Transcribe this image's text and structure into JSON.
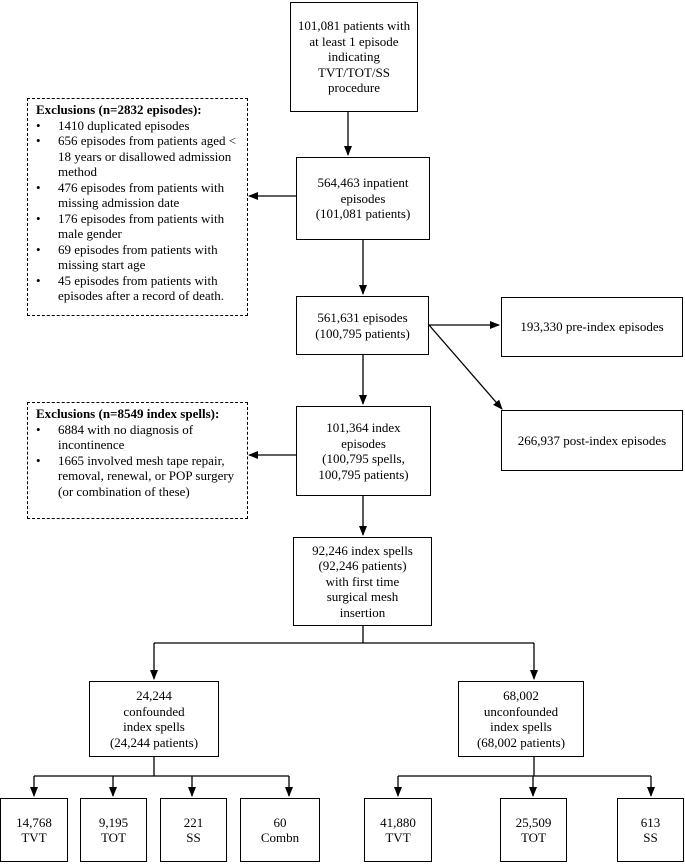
{
  "nodes": {
    "start": [
      "101,081 patients with",
      "at least 1 episode",
      "indicating",
      "TVT/TOT/SS",
      "procedure"
    ],
    "inpatient": [
      "564,463 inpatient",
      "episodes",
      "(101,081 patients)"
    ],
    "episodes": [
      "561,631 episodes",
      "(100,795 patients)"
    ],
    "pre_index": [
      "193,330 pre-index episodes"
    ],
    "post_index": [
      "266,937 post-index episodes"
    ],
    "index": [
      "101,364 index",
      "episodes",
      "(100,795 spells,",
      "100,795 patients)"
    ],
    "index_spells": [
      "92,246 index spells",
      "(92,246 patients)",
      "with first time",
      "surgical mesh",
      "insertion"
    ],
    "confounded": [
      "24,244",
      "confounded",
      "index spells",
      "(24,244 patients)"
    ],
    "unconfounded": [
      "68,002",
      "unconfounded",
      "index spells",
      "(68,002 patients)"
    ],
    "c_tvt": [
      "14,768",
      "TVT"
    ],
    "c_tot": [
      "9,195",
      "TOT"
    ],
    "c_ss": [
      "221",
      "SS"
    ],
    "c_combn": [
      "60",
      "Combn"
    ],
    "u_tvt": [
      "41,880",
      "TVT"
    ],
    "u_tot": [
      "25,509",
      "TOT"
    ],
    "u_ss": [
      "613",
      "SS"
    ]
  },
  "exclusions1": {
    "title": "Exclusions (n=2832 episodes):",
    "items": [
      "1410 duplicated episodes",
      "656 episodes from patients aged < 18 years or disallowed admission method",
      "476 episodes from patients with missing admission date",
      "176 episodes from patients with male gender",
      "69 episodes from patients with missing start age",
      "45 episodes from patients with episodes after a record of death."
    ]
  },
  "exclusions2": {
    "title": "Exclusions (n=8549 index spells):",
    "items": [
      "6884 with no diagnosis of incontinence",
      "1665 involved mesh tape repair, removal, renewal, or POP surgery (or combination of these)"
    ]
  }
}
